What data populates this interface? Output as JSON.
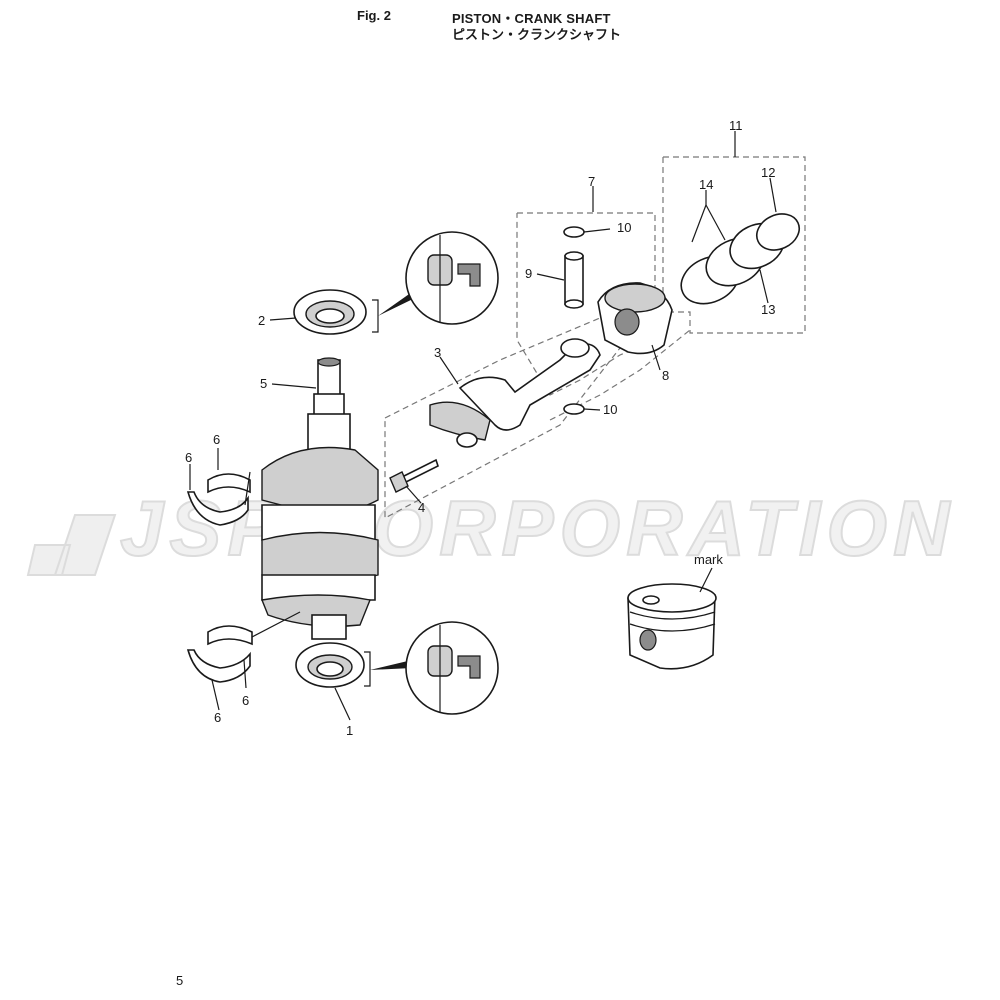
{
  "header": {
    "fig_label": "Fig. 2",
    "title_en": "PISTON・CRANK SHAFT",
    "title_jp": "ピストン・クランクシャフト"
  },
  "watermark": {
    "text": "JSP CORPORATION",
    "color": "#e0e0e0"
  },
  "callouts": {
    "c1": "1",
    "c2": "2",
    "c3": "3",
    "c4": "4",
    "c5": "5",
    "c6a": "6",
    "c6b": "6",
    "c6c": "6",
    "c6d": "6",
    "c7": "7",
    "c8": "8",
    "c9": "9",
    "c10a": "10",
    "c10b": "10",
    "c11": "11",
    "c12": "12",
    "c13": "13",
    "c14": "14"
  },
  "mark_label": "mark",
  "footer": {
    "page_number": "5"
  }
}
